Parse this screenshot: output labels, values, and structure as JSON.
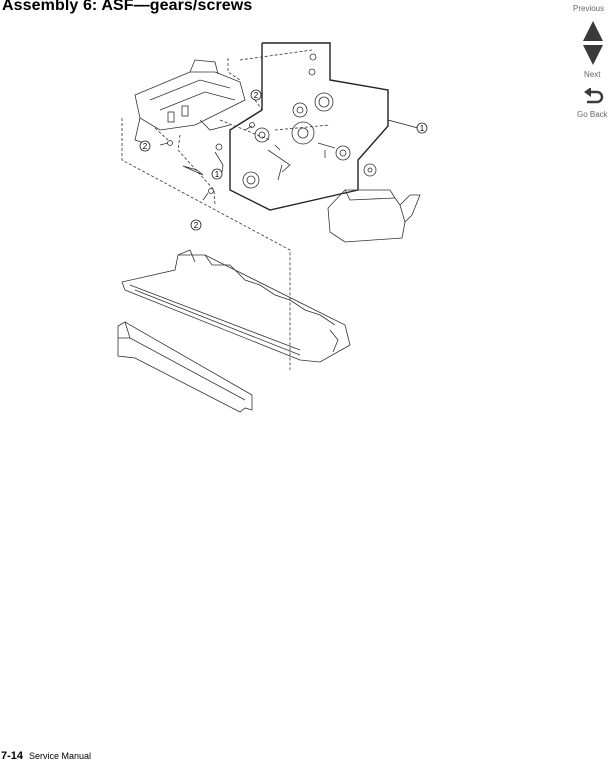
{
  "page": {
    "title": "Assembly 6:  ASF—gears/screws",
    "page_number": "7-14",
    "manual_name": "Service Manual"
  },
  "navigation": {
    "previous_label": "Previous",
    "next_label": "Next",
    "go_back_label": "Go Back",
    "previous_icon": "up-triangle-icon",
    "next_icon": "down-triangle-icon",
    "go_back_icon": "return-arrow-icon",
    "icon_color": "#3a3a3a"
  },
  "callouts": {
    "c1a": "1",
    "c1b": "1",
    "c2a": "2",
    "c2b": "2",
    "c2c": "2"
  }
}
